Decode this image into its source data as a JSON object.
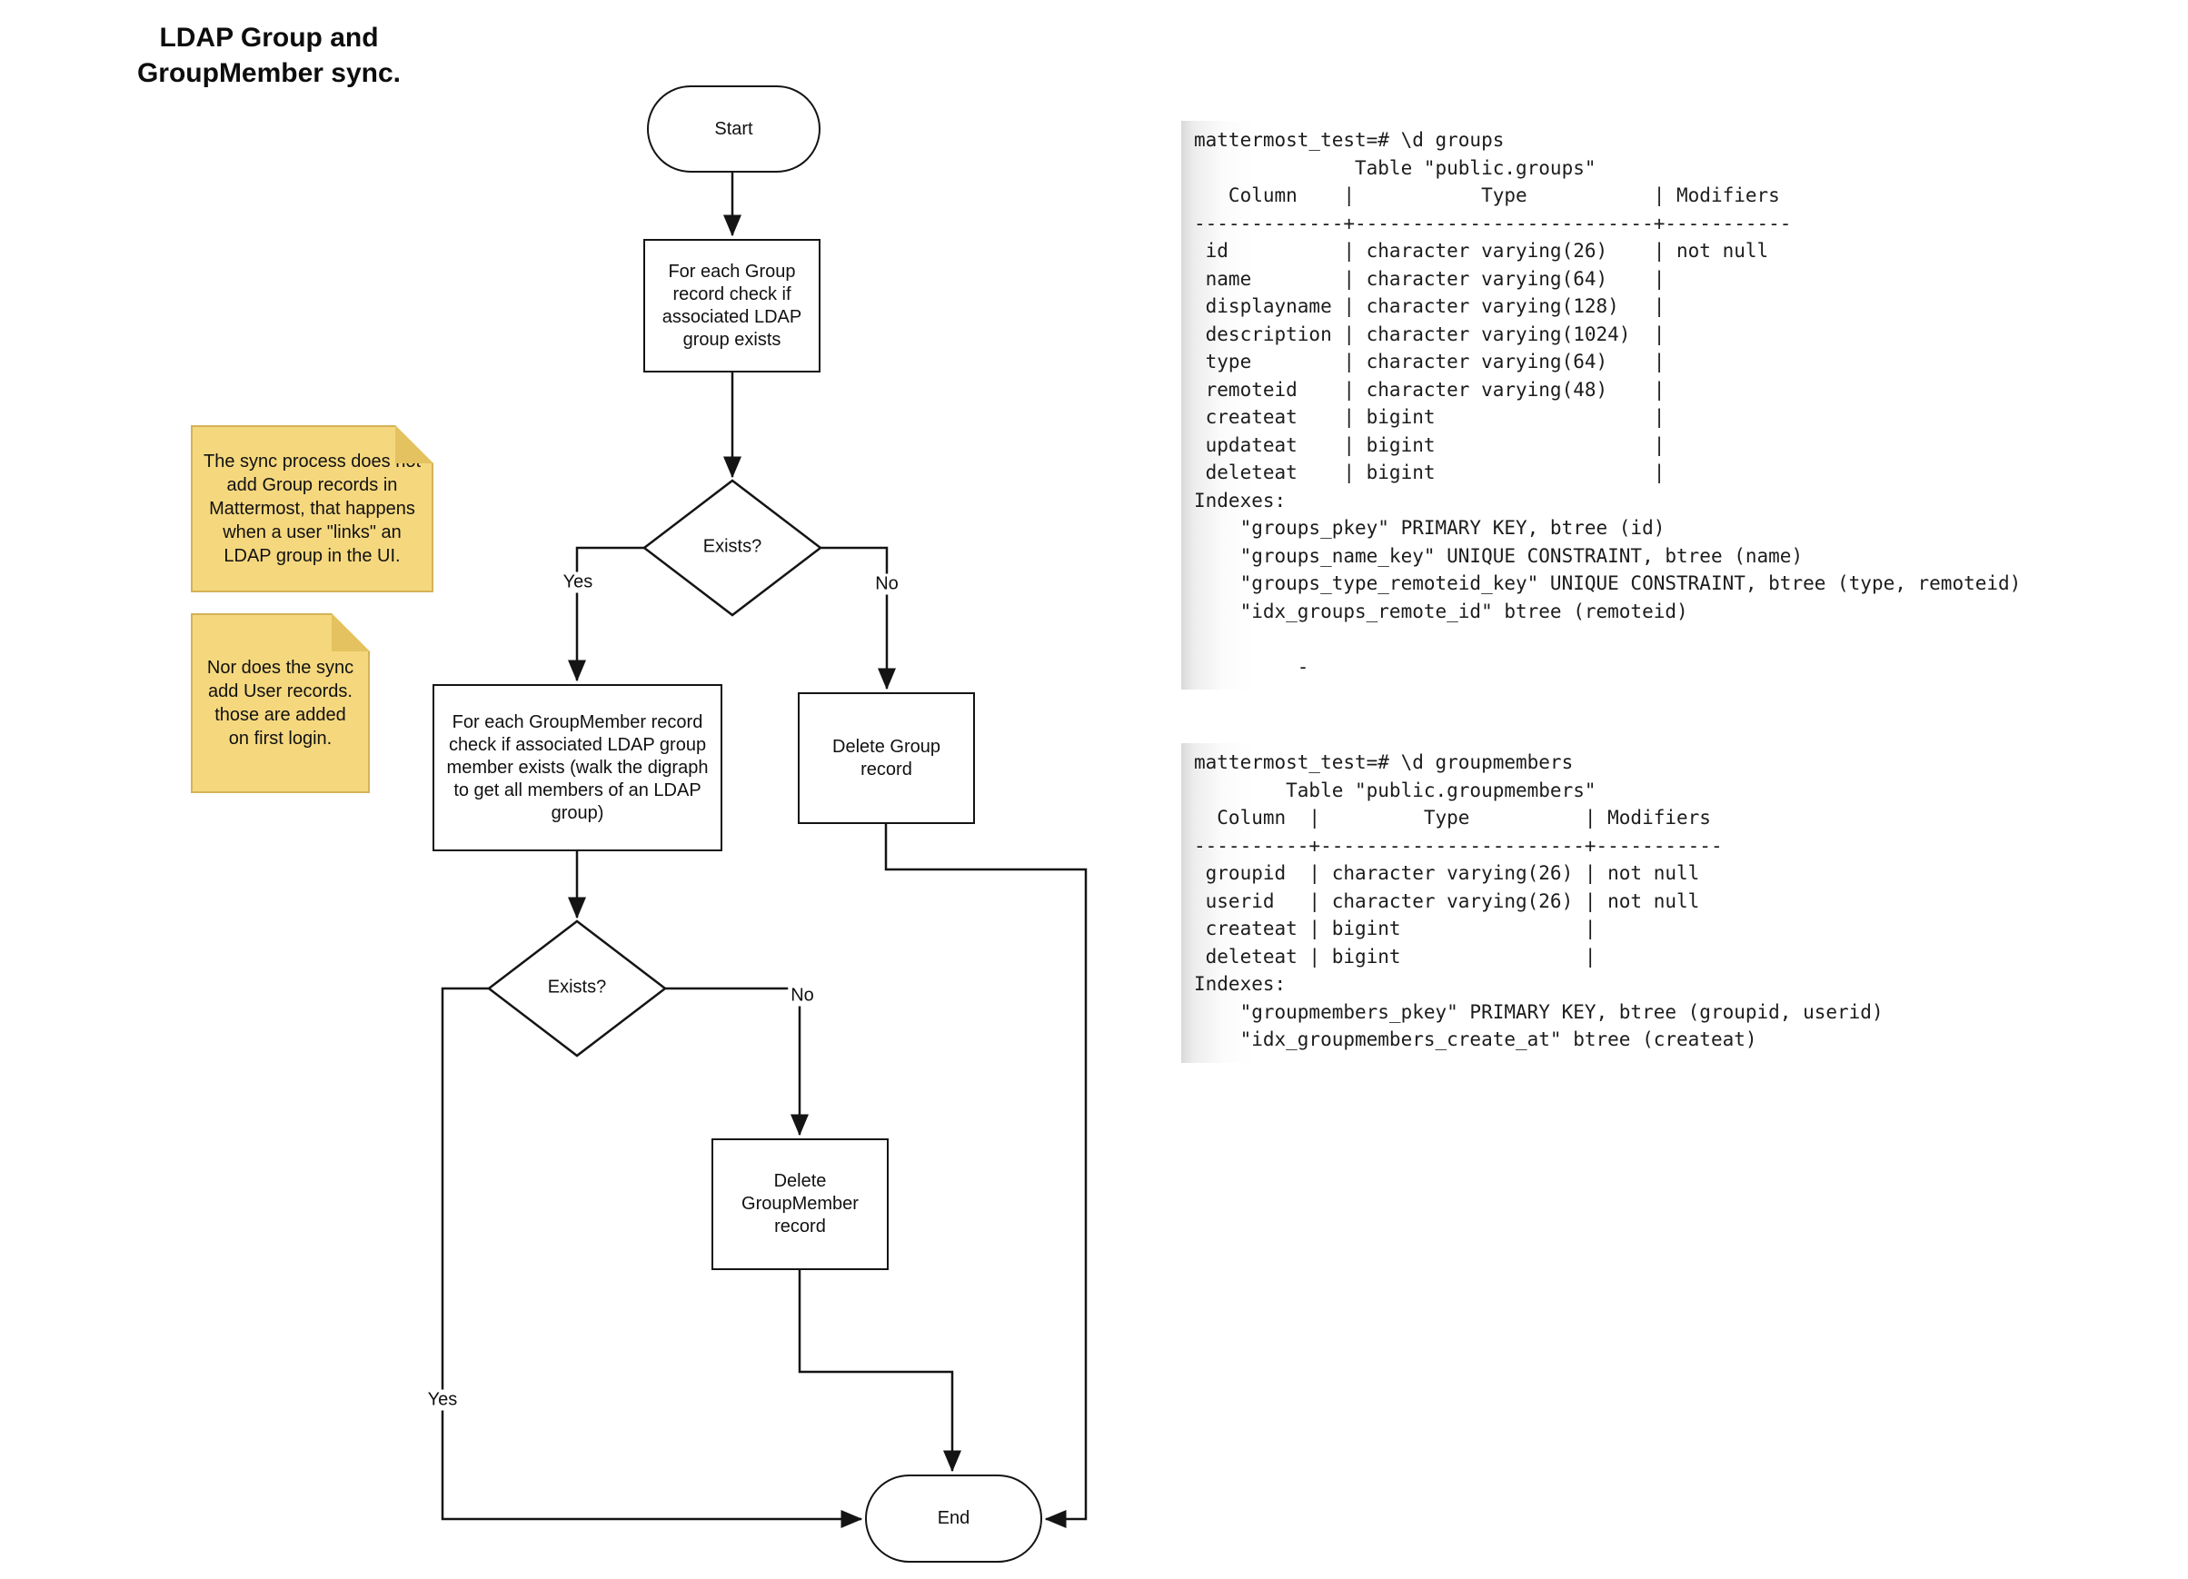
{
  "page": {
    "title": "LDAP Group and GroupMember sync."
  },
  "flowchart": {
    "nodes": {
      "start": "Start",
      "check_group": "For each Group record check if associated LDAP group exists",
      "exists1": "Exists?",
      "check_groupmember": "For each GroupMember record check if associated LDAP group member exists (walk the digraph to get all members of an LDAP group)",
      "delete_group": "Delete Group record",
      "exists2": "Exists?",
      "delete_groupmember": "Delete GroupMember record",
      "end": "End"
    },
    "branch_labels": {
      "exists1_yes": "Yes",
      "exists1_no": "No",
      "exists2_yes": "Yes",
      "exists2_no": "No"
    }
  },
  "notes": [
    {
      "text": "The sync process does not add Group records in Mattermost, that happens when a user \"links\" an LDAP group in the UI."
    },
    {
      "text": "Nor does the sync add User records. those are added on first login."
    }
  ],
  "terminals": [
    {
      "lines": [
        "mattermost_test=# \\d groups",
        "              Table \"public.groups\"",
        "   Column    |           Type           | Modifiers",
        "-------------+--------------------------+-----------",
        " id          | character varying(26)    | not null",
        " name        | character varying(64)    |",
        " displayname | character varying(128)   |",
        " description | character varying(1024)  |",
        " type        | character varying(64)    |",
        " remoteid    | character varying(48)    |",
        " createat    | bigint                   |",
        " updateat    | bigint                   |",
        " deleteat    | bigint                   |",
        "Indexes:",
        "    \"groups_pkey\" PRIMARY KEY, btree (id)",
        "    \"groups_name_key\" UNIQUE CONSTRAINT, btree (name)",
        "    \"groups_type_remoteid_key\" UNIQUE CONSTRAINT, btree (type, remoteid)",
        "    \"idx_groups_remote_id\" btree (remoteid)",
        "",
        "         -"
      ]
    },
    {
      "lines": [
        "mattermost_test=# \\d groupmembers",
        "        Table \"public.groupmembers\"",
        "  Column  |         Type          | Modifiers",
        "----------+-----------------------+-----------",
        " groupid  | character varying(26) | not null",
        " userid   | character varying(26) | not null",
        " createat | bigint                |",
        " deleteat | bigint                |",
        "Indexes:",
        "    \"groupmembers_pkey\" PRIMARY KEY, btree (groupid, userid)",
        "    \"idx_groupmembers_create_at\" btree (createat)"
      ]
    }
  ],
  "colors": {
    "stroke": "#141414",
    "note_fill": "#F5D87E",
    "note_border": "#D4B257",
    "note_fold": "#E3C25F",
    "terminal_edge": "#d9d9d9"
  }
}
